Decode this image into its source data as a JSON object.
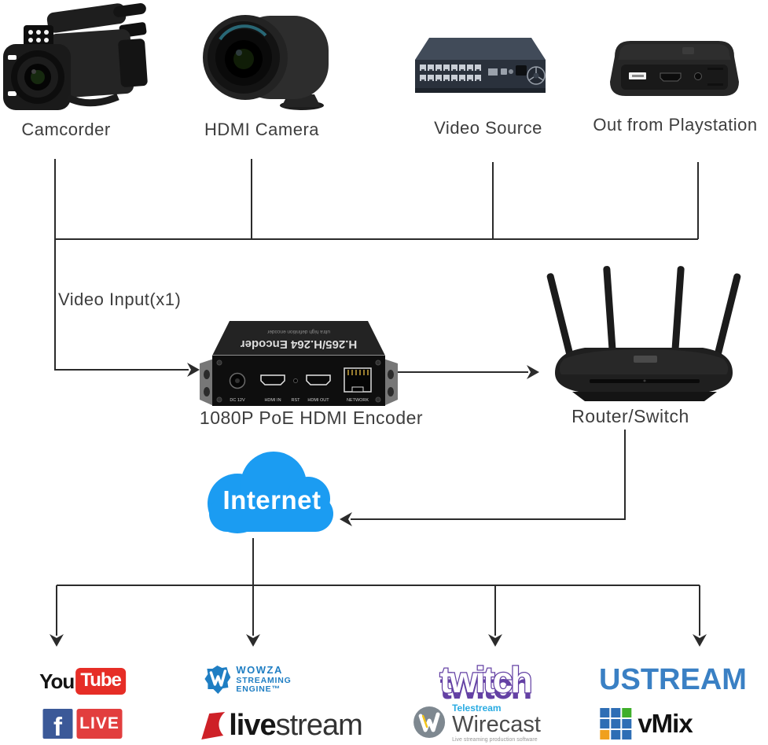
{
  "sources": [
    {
      "label": "Camcorder"
    },
    {
      "label": "HDMI Camera"
    },
    {
      "label": "Video Source"
    },
    {
      "label": "Out from Playstation"
    }
  ],
  "flow": {
    "video_input_label": "Video Input(x1)"
  },
  "encoder": {
    "label": "1080P PoE HDMI Encoder",
    "top_subtitle": "ultra high definition encoder",
    "top_title": "H.265/H.264 Encoder",
    "ports": [
      "DC 12V",
      "HDMI IN",
      "RST",
      "HDMI OUT",
      "NETWORK"
    ]
  },
  "router": {
    "label": "Router/Switch"
  },
  "internet": {
    "label": "Internet"
  },
  "platforms": {
    "youtube": {
      "you": "You",
      "tube": "Tube"
    },
    "facebook_live": {
      "f": "f",
      "live": "LIVE"
    },
    "wowza": {
      "line1": "WOWZA",
      "line2": "STREAMING",
      "line3": "ENGINE™"
    },
    "livestream": {
      "live": "live",
      "stream": "stream"
    },
    "twitch": {
      "name": "twitch"
    },
    "wirecast": {
      "brand": "Telestream",
      "name": "Wirecast",
      "tagline": "Live streaming production software"
    },
    "ustream": {
      "name": "USTREAM"
    },
    "vmix": {
      "name": "vMix"
    }
  },
  "colors": {
    "line": "#2B2B2B",
    "label_text": "#3D3D3D",
    "cloud_blue": "#1B9CF2",
    "youtube_red": "#E62D26",
    "facebook_blue": "#3B5998",
    "fb_live_red": "#E23E3E",
    "wowza_blue": "#1F7EC3",
    "livestream_red": "#CE2027",
    "twitch_purple": "#6441A4",
    "telestream_blue": "#29ABE2",
    "ustream_blue": "#3A80C4",
    "vmix_blue": "#2E6EB5",
    "vmix_green": "#3FAE2A",
    "vmix_orange": "#F0A01D"
  }
}
